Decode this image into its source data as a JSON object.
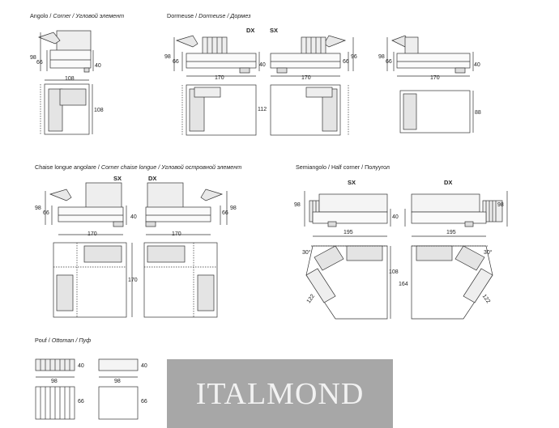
{
  "sections": {
    "angolo": {
      "it": "Angolo /",
      "en": "Corner",
      "ru": "/ Угловой элемент"
    },
    "dormeuse": {
      "it": "Dormeuse /",
      "en": "Dormeuse",
      "ru": "/ Дормез"
    },
    "chaise": {
      "it": "Chaise longue angolare /",
      "en": "Corner chaise longue",
      "ru": "/ Угловой островной элемент"
    },
    "semiangolo": {
      "it": "Semiangolo / Half corner / Полуугол"
    },
    "pouf": {
      "it": "Pouf /",
      "en": "Ottoman",
      "ru": "/ Пуф"
    }
  },
  "labels": {
    "dx": "DX",
    "sx": "SX"
  },
  "dims": {
    "d98": "98",
    "d66": "66",
    "d40": "40",
    "d108": "108",
    "d170": "170",
    "d112": "112",
    "d96": "96",
    "d88": "88",
    "d195": "195",
    "d164": "164",
    "d122": "122",
    "d30deg": "30°"
  },
  "watermark": "ITALMOND"
}
